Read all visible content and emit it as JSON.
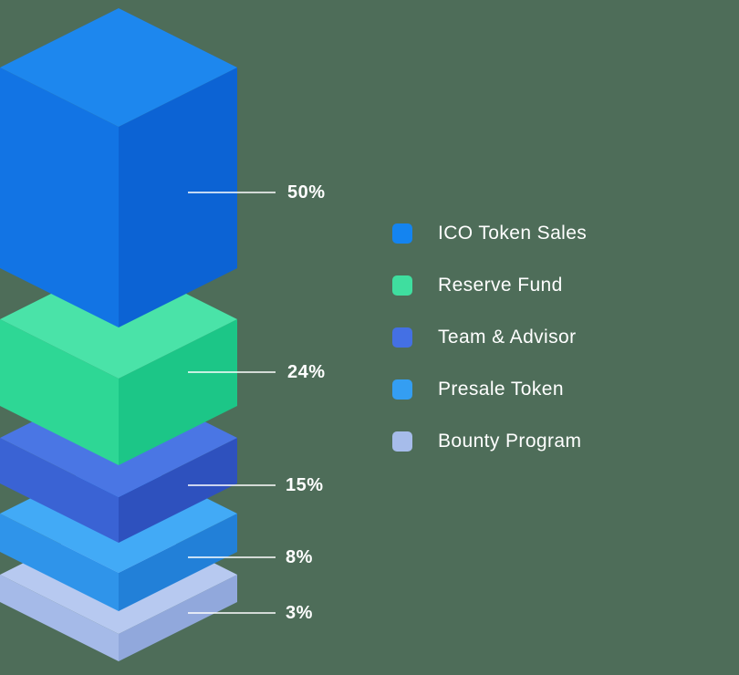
{
  "page": {
    "background": "#4E6D59",
    "text_color": "#FFFFFF",
    "line_color": "#FFFFFF"
  },
  "chart_data": {
    "type": "bar",
    "variant": "isometric-3d-stacked-blocks",
    "title": "",
    "categories": [
      "ICO Token Sales",
      "Reserve Fund",
      "Team & Advisor",
      "Presale Token",
      "Bounty Program"
    ],
    "values": [
      50,
      24,
      15,
      8,
      3
    ],
    "unit": "%",
    "value_labels": [
      "50%",
      "24%",
      "15%",
      "8%",
      "3%"
    ],
    "legend_position": "right",
    "orientation": "vertical-stack",
    "colors": [
      {
        "category": "ICO Token Sales",
        "swatch": "#1484F0",
        "top": "#1D87EE",
        "left": "#1274E4",
        "right": "#0C63D4"
      },
      {
        "category": "Reserve Fund",
        "swatch": "#3FDE9F",
        "top": "#4AE3A8",
        "left": "#2ED795",
        "right": "#1CC687"
      },
      {
        "category": "Team & Advisor",
        "swatch": "#4470E4",
        "top": "#4A76E4",
        "left": "#3A63D4",
        "right": "#2E51BE"
      },
      {
        "category": "Presale Token",
        "swatch": "#349EF2",
        "top": "#42AAF6",
        "left": "#2F94EA",
        "right": "#2280D8"
      },
      {
        "category": "Bounty Program",
        "swatch": "#A6BCEA",
        "top": "#B7C9F0",
        "left": "#A5BAE8",
        "right": "#91A8DC"
      }
    ]
  }
}
